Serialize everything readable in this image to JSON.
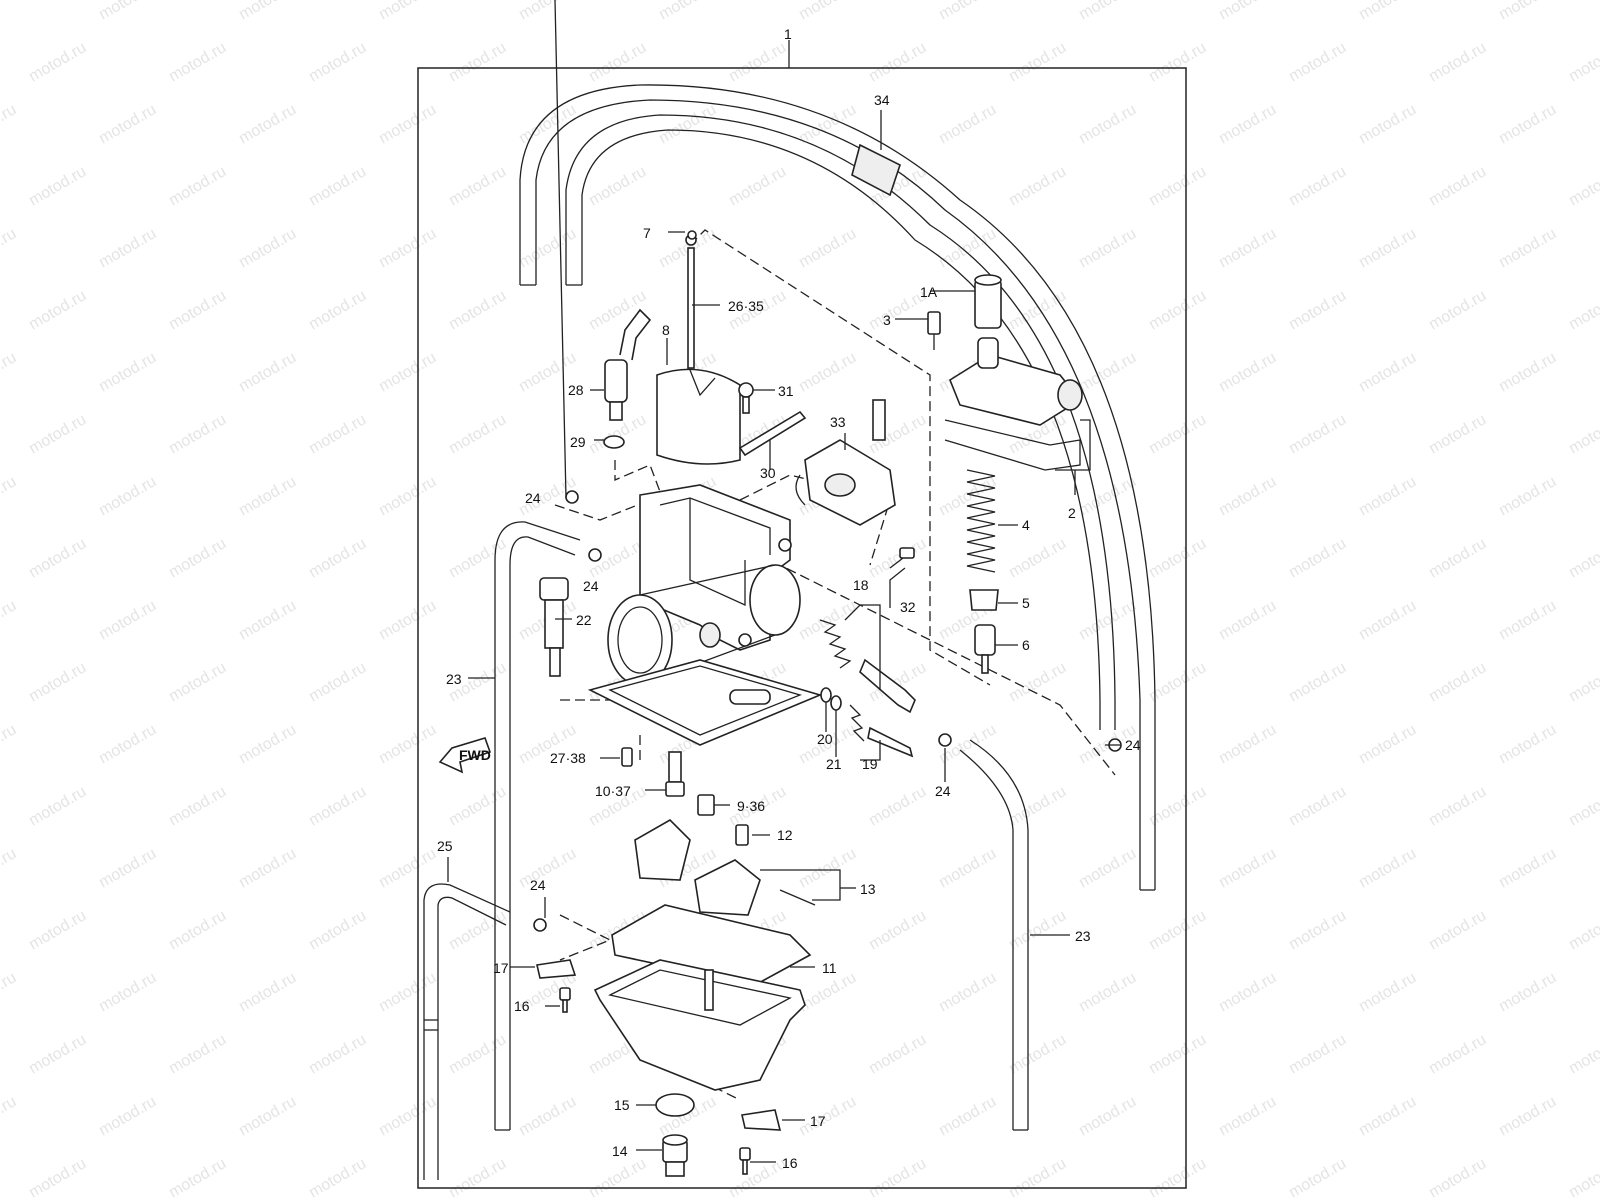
{
  "diagram": {
    "watermark": "motod.ru",
    "fwd_label": "FWD",
    "labels": {
      "p1": "1",
      "p1a": "1A",
      "p2": "2",
      "p3": "3",
      "p4": "4",
      "p5": "5",
      "p6": "6",
      "p7": "7",
      "p8": "8",
      "p9_36": "9·36",
      "p10_37": "10·37",
      "p11": "11",
      "p12": "12",
      "p13": "13",
      "p14": "14",
      "p15": "15",
      "p16a": "16",
      "p16b": "16",
      "p17a": "17",
      "p17b": "17",
      "p18": "18",
      "p19": "19",
      "p20": "20",
      "p21": "21",
      "p22": "22",
      "p23a": "23",
      "p23b": "23",
      "p24a": "24",
      "p24b": "24",
      "p24c": "24",
      "p24d": "24",
      "p24e": "24",
      "p25": "25",
      "p26_35": "26·35",
      "p27_38": "27·38",
      "p28": "28",
      "p29": "29",
      "p30": "30",
      "p31": "31",
      "p32": "32",
      "p33": "33",
      "p34": "34"
    }
  }
}
